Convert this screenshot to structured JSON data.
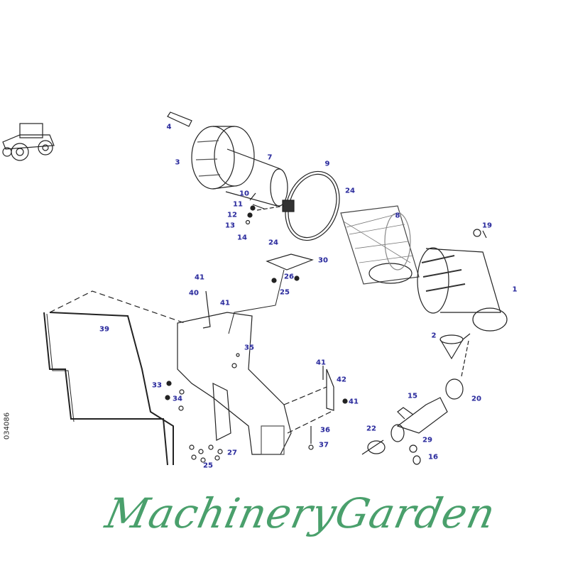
{
  "diagram": {
    "reference_code": "034086",
    "watermark": "MachineryGarden",
    "part_labels": [
      "4",
      "3",
      "7",
      "9",
      "10",
      "11",
      "12",
      "13",
      "14",
      "24",
      "8",
      "19",
      "24",
      "30",
      "41",
      "26",
      "40",
      "25",
      "41",
      "1",
      "39",
      "2",
      "35",
      "41",
      "42",
      "33",
      "34",
      "15",
      "20",
      "41",
      "36",
      "22",
      "37",
      "29",
      "27",
      "16",
      "25"
    ],
    "label_color": "#2b2b9b",
    "watermark_color": "#4aa06c"
  }
}
